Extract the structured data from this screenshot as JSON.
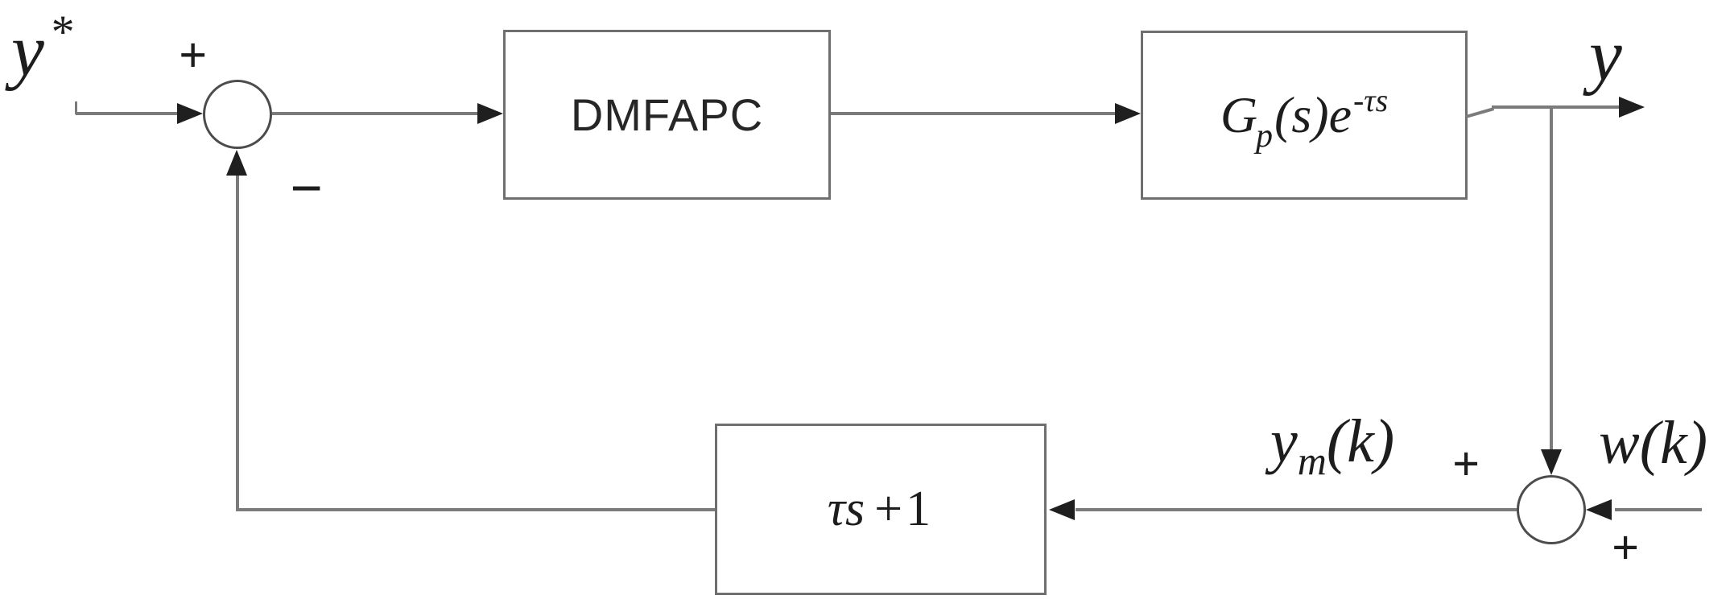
{
  "diagram": {
    "type": "control-loop-block-diagram",
    "colors": {
      "line": "#7b7b7b",
      "arrow": "#1f1f1f",
      "box_border": "#6f6f6f",
      "circle_border": "#4c4c4c",
      "text": "#1d1d1d",
      "background": "#ffffff"
    }
  },
  "setpoint": {
    "base": "y",
    "sup": "*"
  },
  "sum1": {
    "plus": "+",
    "minus": "−"
  },
  "controller": {
    "label": "DMFAPC"
  },
  "plant": {
    "base": "G",
    "sub": "p",
    "mid": "(s)e",
    "sup": "-τs"
  },
  "output": {
    "label": "y"
  },
  "sum2": {
    "top_sign": "+",
    "right_sign": "+"
  },
  "disturbance": {
    "label": "w(k)"
  },
  "model_output": {
    "base": "y",
    "sub": "m",
    "rest": "(k)"
  },
  "filter": {
    "tau_s": "τs",
    "plus_one": "+1"
  }
}
